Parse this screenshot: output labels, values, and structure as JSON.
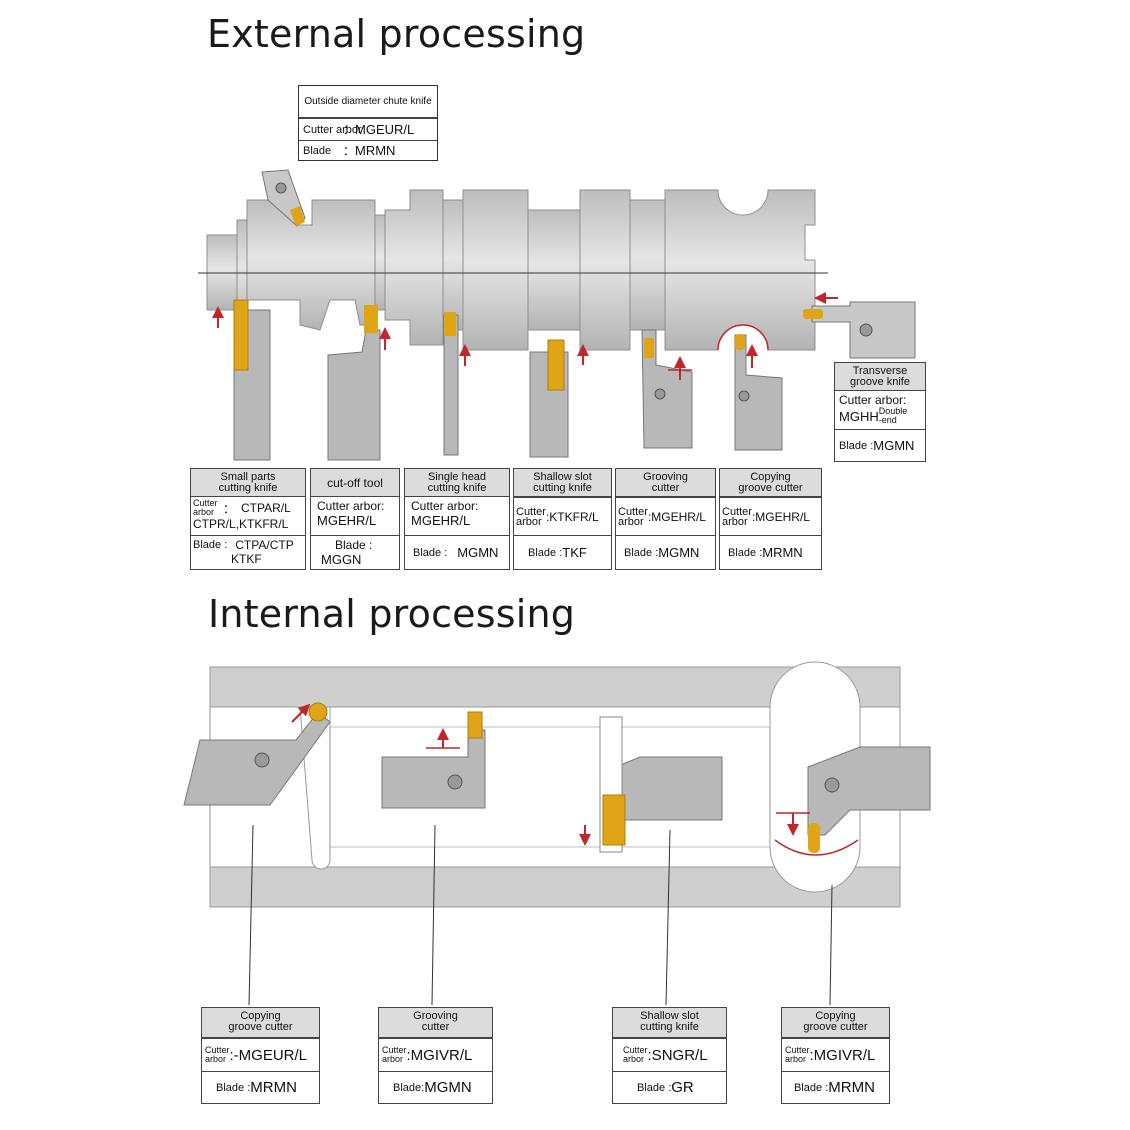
{
  "headings": {
    "external": "External processing",
    "internal": "Internal processing"
  },
  "colors": {
    "part": "#cfcfcf",
    "part_dark": "#a9a9a9",
    "insert": "#e0a516",
    "arrow": "#c0262a",
    "card_header": "#dcdcdc"
  },
  "external_cards": {
    "outside": {
      "title": "Outside diameter chute knife",
      "arbor_label": "Cutter arbor",
      "arbor_sep": "：",
      "arbor_value": "MGEUR/L",
      "blade_label": "Blade",
      "blade_sep": "：",
      "blade_value": "MRMN"
    },
    "transverse": {
      "title_1": "Transverse",
      "title_2": "groove knife",
      "arbor_label": "Cutter arbor:",
      "arbor_value": "MGHH",
      "arbor_sup_1": "Double",
      "arbor_sup_2": "-end",
      "blade_label": "Blade :",
      "blade_value": "MGMN"
    },
    "small_parts": {
      "title_1": "Small parts",
      "title_2": "cutting knife",
      "arbor_label_1": "Cutter",
      "arbor_label_2": "arbor",
      "arbor_sep": "：",
      "arbor_value_1": "CTPAR/L",
      "arbor_value_2": "CTPR/L,KTKFR/L",
      "blade_label": "Blade :",
      "blade_value_1": "CTPA/CTP",
      "blade_value_2": "KTKF"
    },
    "cutoff": {
      "title": "cut-off tool",
      "arbor_label": "Cutter arbor:",
      "arbor_value": "MGEHR/L",
      "blade_label": "Blade :",
      "blade_value": "MGGN"
    },
    "single_head": {
      "title_1": "Single head",
      "title_2": "cutting knife",
      "arbor_label": "Cutter arbor:",
      "arbor_value": "MGEHR/L",
      "blade_label": "Blade :",
      "blade_value": "MGMN"
    },
    "shallow": {
      "title_1": "Shallow slot",
      "title_2": "cutting knife",
      "arbor_label_1": "Cutter",
      "arbor_label_2": "arbor",
      "arbor_value": ":KTKFR/L",
      "blade_label": "Blade :",
      "blade_value": "TKF"
    },
    "grooving": {
      "title_1": "Grooving",
      "title_2": "cutter",
      "arbor_label_1": "Cutter",
      "arbor_label_2": "arbor",
      "arbor_value": ":MGEHR/L",
      "blade_label": "Blade :",
      "blade_value": "MGMN"
    },
    "copying": {
      "title_1": "Copying",
      "title_2": "groove cutter",
      "arbor_label_1": "Cutter",
      "arbor_label_2": "arbor",
      "arbor_value": ":MGEHR/L",
      "blade_label": "Blade :",
      "blade_value": "MRMN"
    }
  },
  "internal_cards": [
    {
      "title_1": "Copying",
      "title_2": "groove cutter",
      "arbor_label_1": "Cutter",
      "arbor_label_2": "arbor",
      "arbor_value": ":-MGEUR/L",
      "blade_label": "Blade :",
      "blade_value": "MRMN"
    },
    {
      "title_1": "Grooving",
      "title_2": "cutter",
      "arbor_label_1": "Cutter",
      "arbor_label_2": "arbor",
      "arbor_value": ":MGIVR/L",
      "blade_label": "Blade:",
      "blade_value": "MGMN"
    },
    {
      "title_1": "Shallow slot",
      "title_2": "cutting knife",
      "arbor_label_1": "Cutter",
      "arbor_label_2": "arbor",
      "arbor_value": ":SNGR/L",
      "blade_label": "Blade :",
      "blade_value": "GR"
    },
    {
      "title_1": "Copying",
      "title_2": "groove cutter",
      "arbor_label_1": "Cutter",
      "arbor_label_2": "arbor",
      "arbor_value": ":MGIVR/L",
      "blade_label": "Blade :",
      "blade_value": "MRMN"
    }
  ]
}
